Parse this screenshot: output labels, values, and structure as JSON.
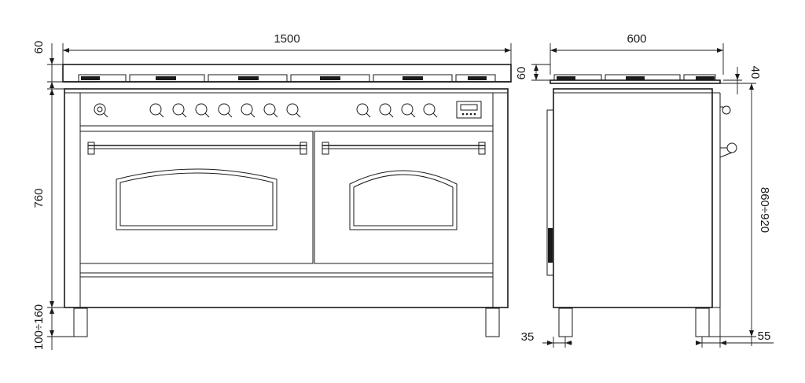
{
  "figure": {
    "colors": {
      "line": "#1a1a1a",
      "background": "#ffffff"
    },
    "front_view": {
      "dimensions": {
        "width": "1500",
        "top_height": "60",
        "body_height": "760",
        "leg_height": "100÷160"
      }
    },
    "side_view": {
      "dimensions": {
        "depth": "600",
        "top_height": "60",
        "knob_projection": "40",
        "total_height": "860÷920",
        "front_leg_offset": "35",
        "rear_leg_offset": "55"
      }
    }
  }
}
